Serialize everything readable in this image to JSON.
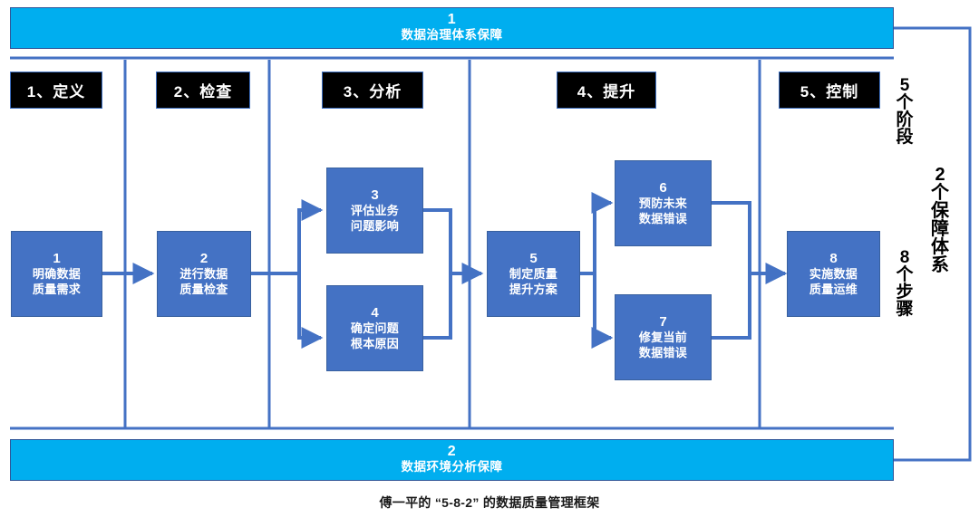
{
  "caption": "傅一平的 “5-8-2” 的数据质量管理框架",
  "colors": {
    "banner_fill": "#00AEEF",
    "box_fill": "#4472C4",
    "chip_fill": "#000000",
    "connector": "#4472C4",
    "divider": "#4472C4",
    "text_on_fill": "#FFFFFF"
  },
  "banners": {
    "top": {
      "number": "1",
      "label": "数据治理体系保障"
    },
    "bottom": {
      "number": "2",
      "label": "数据环境分析保障"
    }
  },
  "stages": [
    {
      "id": "stage-1",
      "label": "1、定义"
    },
    {
      "id": "stage-2",
      "label": "2、检查"
    },
    {
      "id": "stage-3",
      "label": "3、分析"
    },
    {
      "id": "stage-4",
      "label": "4、提升"
    },
    {
      "id": "stage-5",
      "label": "5、控制"
    }
  ],
  "steps": [
    {
      "number": "1",
      "line1": "明确数据",
      "line2": "质量需求",
      "stage": "1、定义"
    },
    {
      "number": "2",
      "line1": "进行数据",
      "line2": "质量检查",
      "stage": "2、检查"
    },
    {
      "number": "3",
      "line1": "评估业务",
      "line2": "问题影响",
      "stage": "3、分析"
    },
    {
      "number": "4",
      "line1": "确定问题",
      "line2": "根本原因",
      "stage": "3、分析"
    },
    {
      "number": "5",
      "line1": "制定质量",
      "line2": "提升方案",
      "stage": "4、提升"
    },
    {
      "number": "6",
      "line1": "预防未来",
      "line2": "数据错误",
      "stage": "4、提升"
    },
    {
      "number": "7",
      "line1": "修复当前",
      "line2": "数据错误",
      "stage": "4、提升"
    },
    {
      "number": "8",
      "line1": "实施数据",
      "line2": "质量运维",
      "stage": "5、控制"
    }
  ],
  "side_labels": {
    "stages_count": "5个阶段",
    "steps_count": "8个步骤",
    "systems_count": "2个保障体系"
  }
}
